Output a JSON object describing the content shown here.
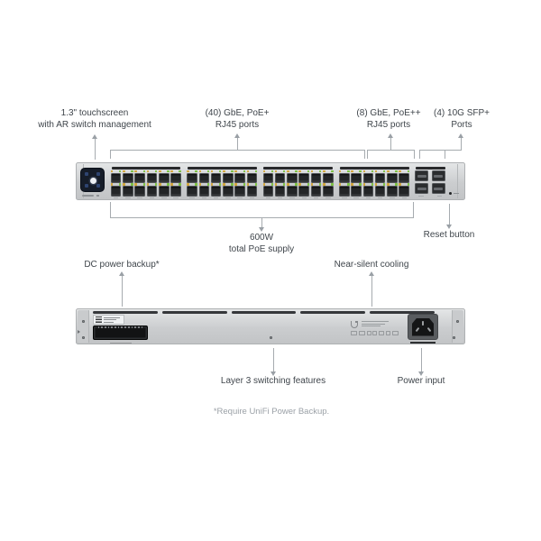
{
  "front_view": {
    "callout_touchscreen_line1": "1.3\" touchscreen",
    "callout_touchscreen_line2": "with AR switch management",
    "callout_rj45_40_line1": "(40) GbE, PoE+",
    "callout_rj45_40_line2": "RJ45 ports",
    "callout_rj45_8_line1": "(8) GbE, PoE++",
    "callout_rj45_8_line2": "RJ45 ports",
    "callout_sfp_line1": "(4) 10G SFP+",
    "callout_sfp_line2": "Ports",
    "callout_poe_line1": "600W",
    "callout_poe_line2": "total PoE supply",
    "callout_reset": "Reset button",
    "ports": {
      "rj45_groups": 4,
      "columns_per_group": 6,
      "rows": 2,
      "sfp_columns": 2,
      "sfp_rows": 2
    }
  },
  "rear_view": {
    "callout_dc": "DC power backup*",
    "callout_cooling": "Near-silent cooling",
    "callout_layer3": "Layer 3 switching features",
    "callout_power": "Power input",
    "vent_slots": 5,
    "dc_pin_columns": 14,
    "dc_pin_rows": 2,
    "cert_mark_count": 7
  },
  "footnote": "*Require UniFi Power Backup.",
  "colors": {
    "led_left": "#d2a63c",
    "led_right": "#7cc142",
    "line": "#a6abaf",
    "label_text": "#3f454b",
    "footnote_text": "#9ba1a7"
  }
}
